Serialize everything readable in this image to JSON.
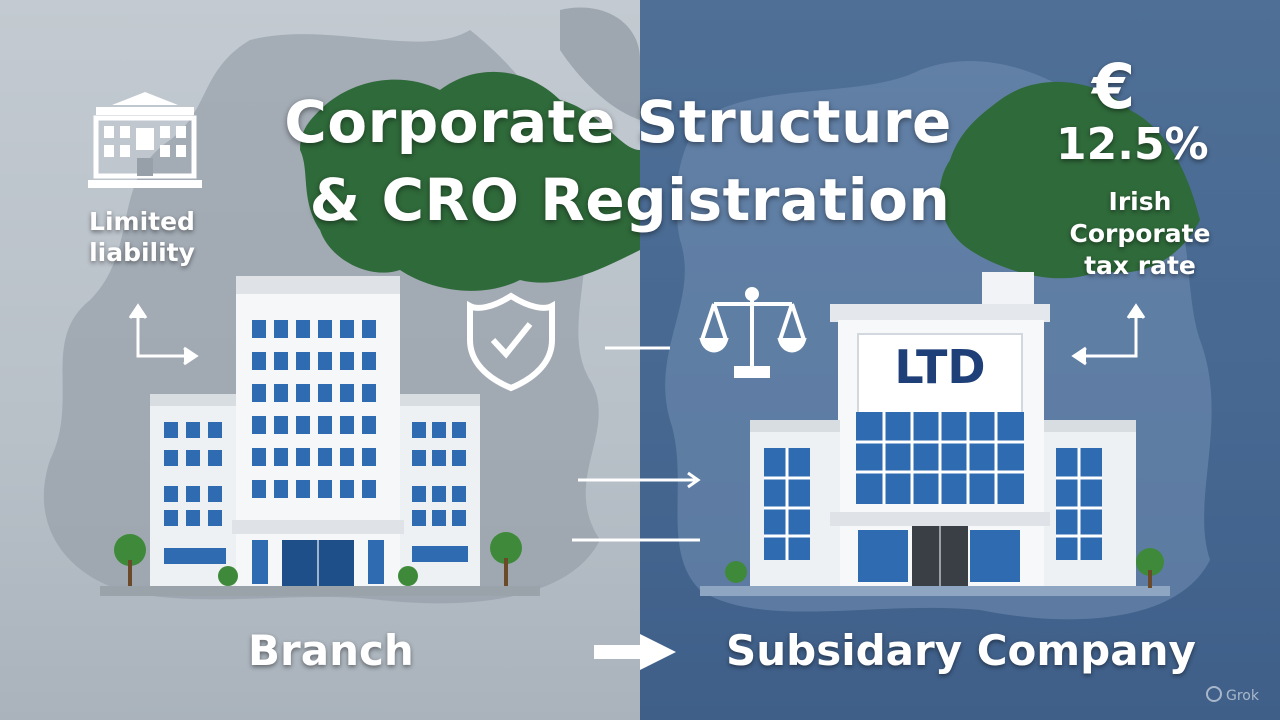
{
  "title": {
    "line1": "Corporate Structure",
    "line2": "& CRO Registration"
  },
  "left": {
    "feature_label_line1": "Limited",
    "feature_label_line2": "liability",
    "caption": "Branch",
    "icon": "bank-building-icon"
  },
  "right": {
    "currency_symbol": "€",
    "tax_rate": "12.5%",
    "tax_label_line1": "Irish",
    "tax_label_line2": "Corporate",
    "tax_label_line3": "tax rate",
    "building_sign": "LTD",
    "caption": "Subsidary Company"
  },
  "icons": [
    "shield-check-icon",
    "scales-icon",
    "arrow-right-icon"
  ],
  "watermark": "Grok",
  "colors": {
    "left_panel": "#bcc3ca",
    "right_panel": "#4a6b93",
    "map_green": "#2f6a3a",
    "sign_text": "#1e3f78"
  }
}
